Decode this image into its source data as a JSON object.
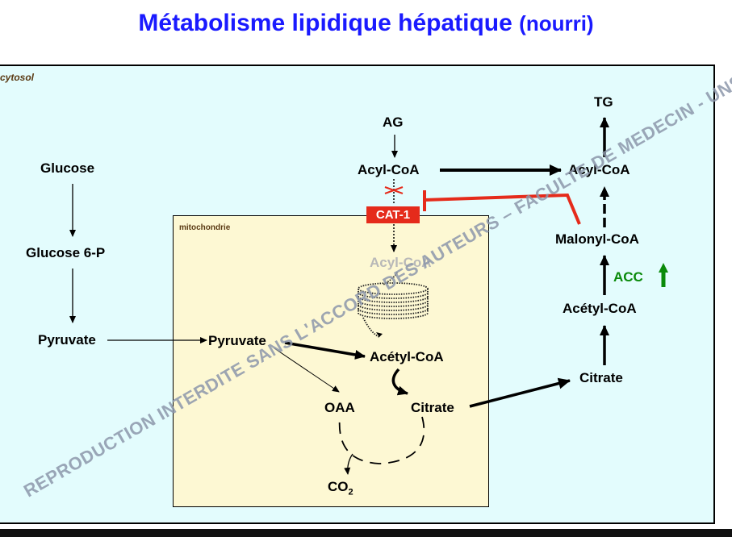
{
  "title": {
    "main": "Métabolisme lipidique hépatique",
    "qualifier": "(nourri)"
  },
  "compartments": {
    "cytosol": "cytosol",
    "mitochondria": "mitochondrie"
  },
  "cytosol_left": {
    "glucose": "Glucose",
    "glucose6p": "Glucose 6-P",
    "pyruvate": "Pyruvate"
  },
  "center": {
    "ag": "AG",
    "acylcoa": "Acyl-CoA",
    "cat1": "CAT-1",
    "acylcoa_mito": "Acyl-CoA"
  },
  "mito": {
    "pyruvate": "Pyruvate",
    "acetylcoa": "Acétyl-CoA",
    "oaa": "OAA",
    "citrate": "Citrate",
    "co2_base": "CO",
    "co2_sub": "2"
  },
  "right": {
    "tg": "TG",
    "acylcoa": "Acyl-CoA",
    "malonylcoa": "Malonyl-CoA",
    "acc": "ACC",
    "acetylcoa": "Acétyl-CoA",
    "citrate": "Citrate"
  },
  "watermark": "REPRODUCTION INTERDITE SANS L'ACCORD DES AUTEURS – FACULTE DE MEDECIN - UNS",
  "colors": {
    "title": "#1a1aff",
    "cytosol_bg": "#e3fcfd",
    "mito_bg": "#fdf8d3",
    "inhibition": "#e52b1b",
    "acc": "#0a8a0a"
  }
}
